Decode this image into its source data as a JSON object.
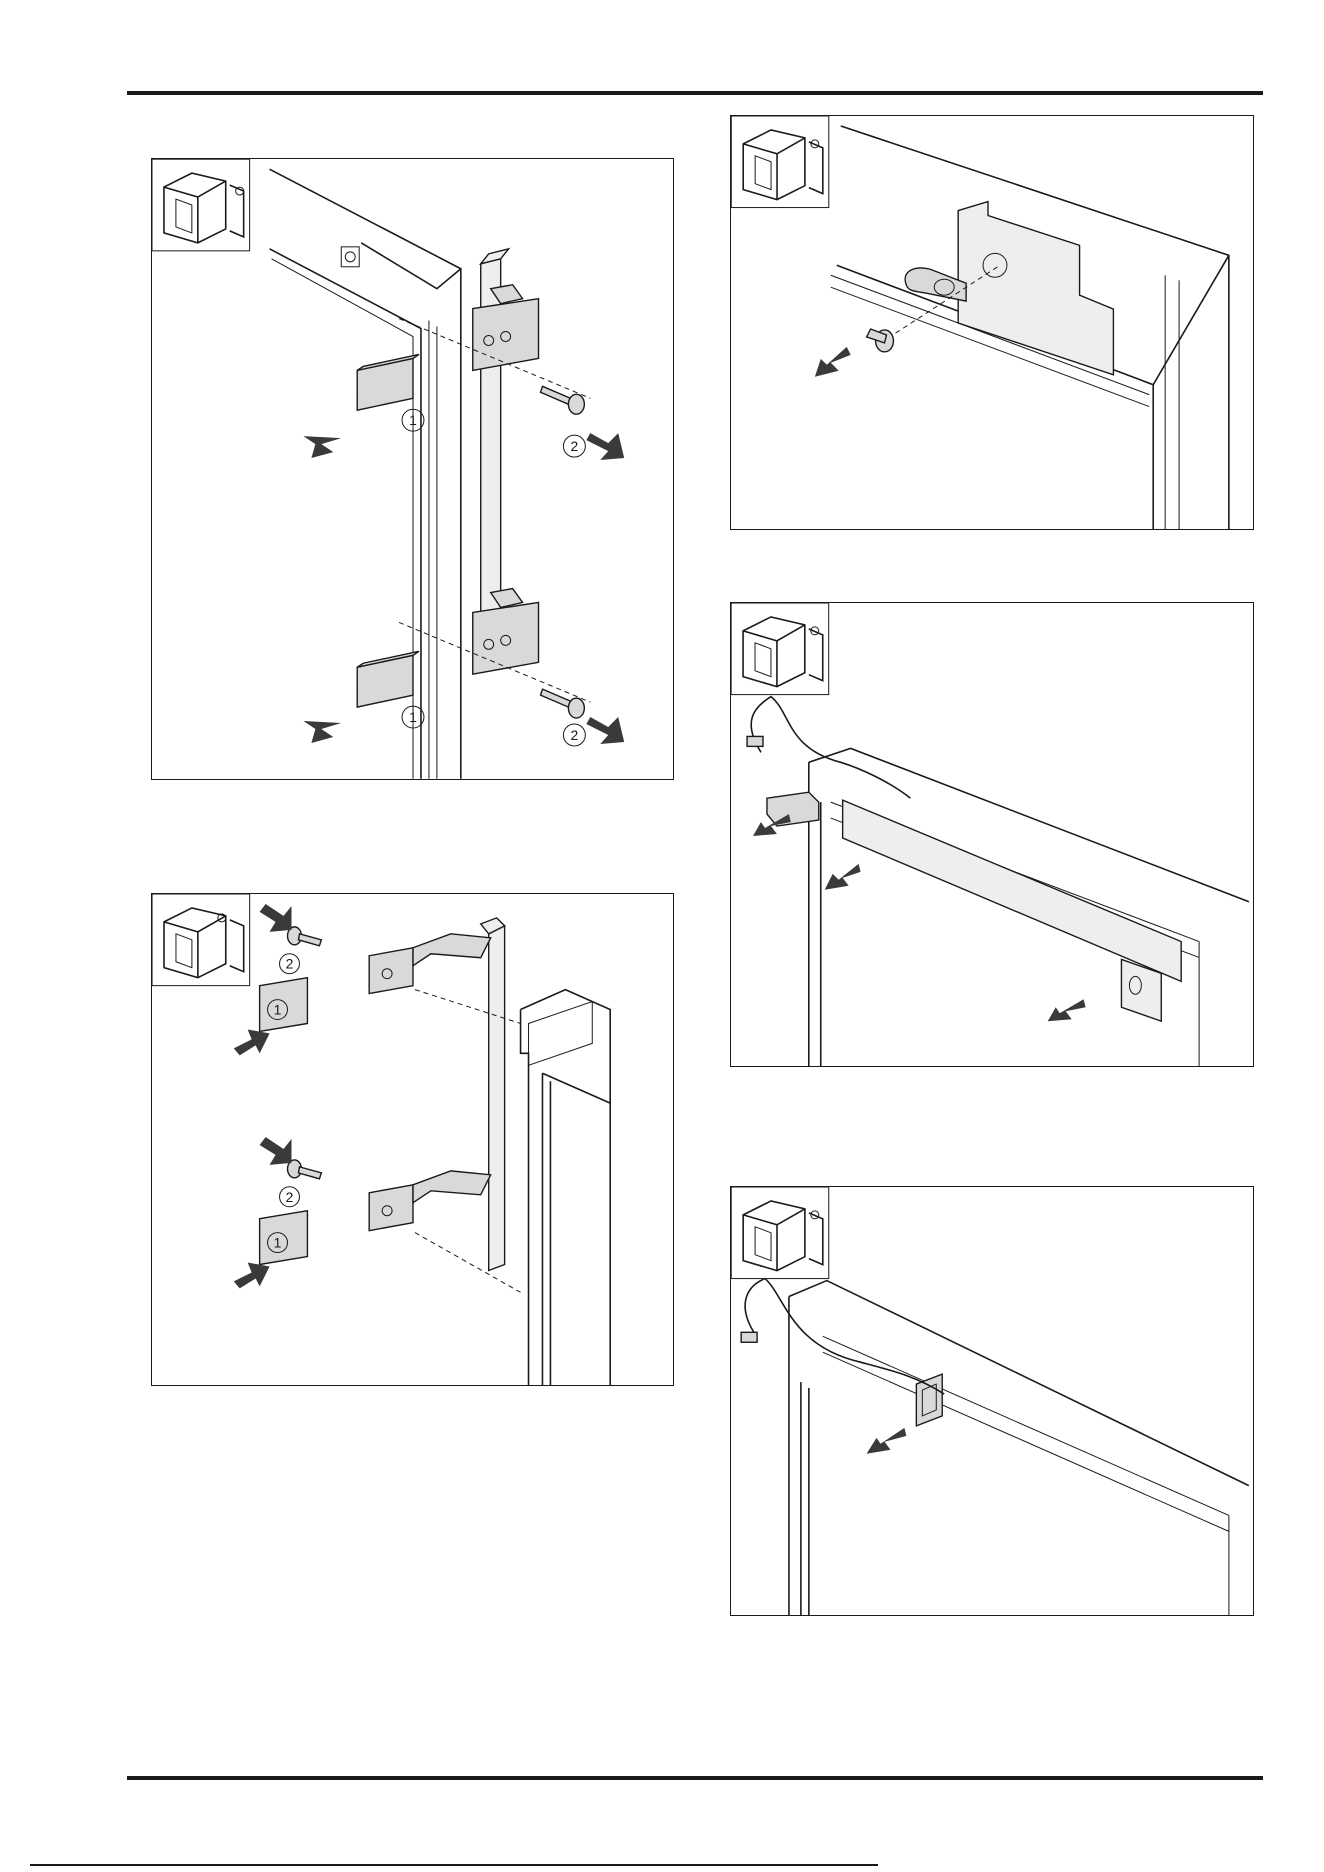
{
  "document": {
    "figures": [
      {
        "id": "fig-1",
        "callouts": [
          "1",
          "2",
          "1",
          "2"
        ]
      },
      {
        "id": "fig-2",
        "callouts": [
          "2",
          "1",
          "2",
          "1"
        ]
      },
      {
        "id": "fig-3",
        "callouts": []
      },
      {
        "id": "fig-4",
        "callouts": []
      },
      {
        "id": "fig-5",
        "callouts": []
      }
    ]
  },
  "colors": {
    "ink": "#1a1a1a",
    "part_fill": "#d9d9d9",
    "arrow": "#3a3a3a"
  },
  "icons": {
    "appliance": "appliance-cabinet-icon",
    "removal_arrow": "arrow-icon",
    "screw": "screw-icon"
  }
}
